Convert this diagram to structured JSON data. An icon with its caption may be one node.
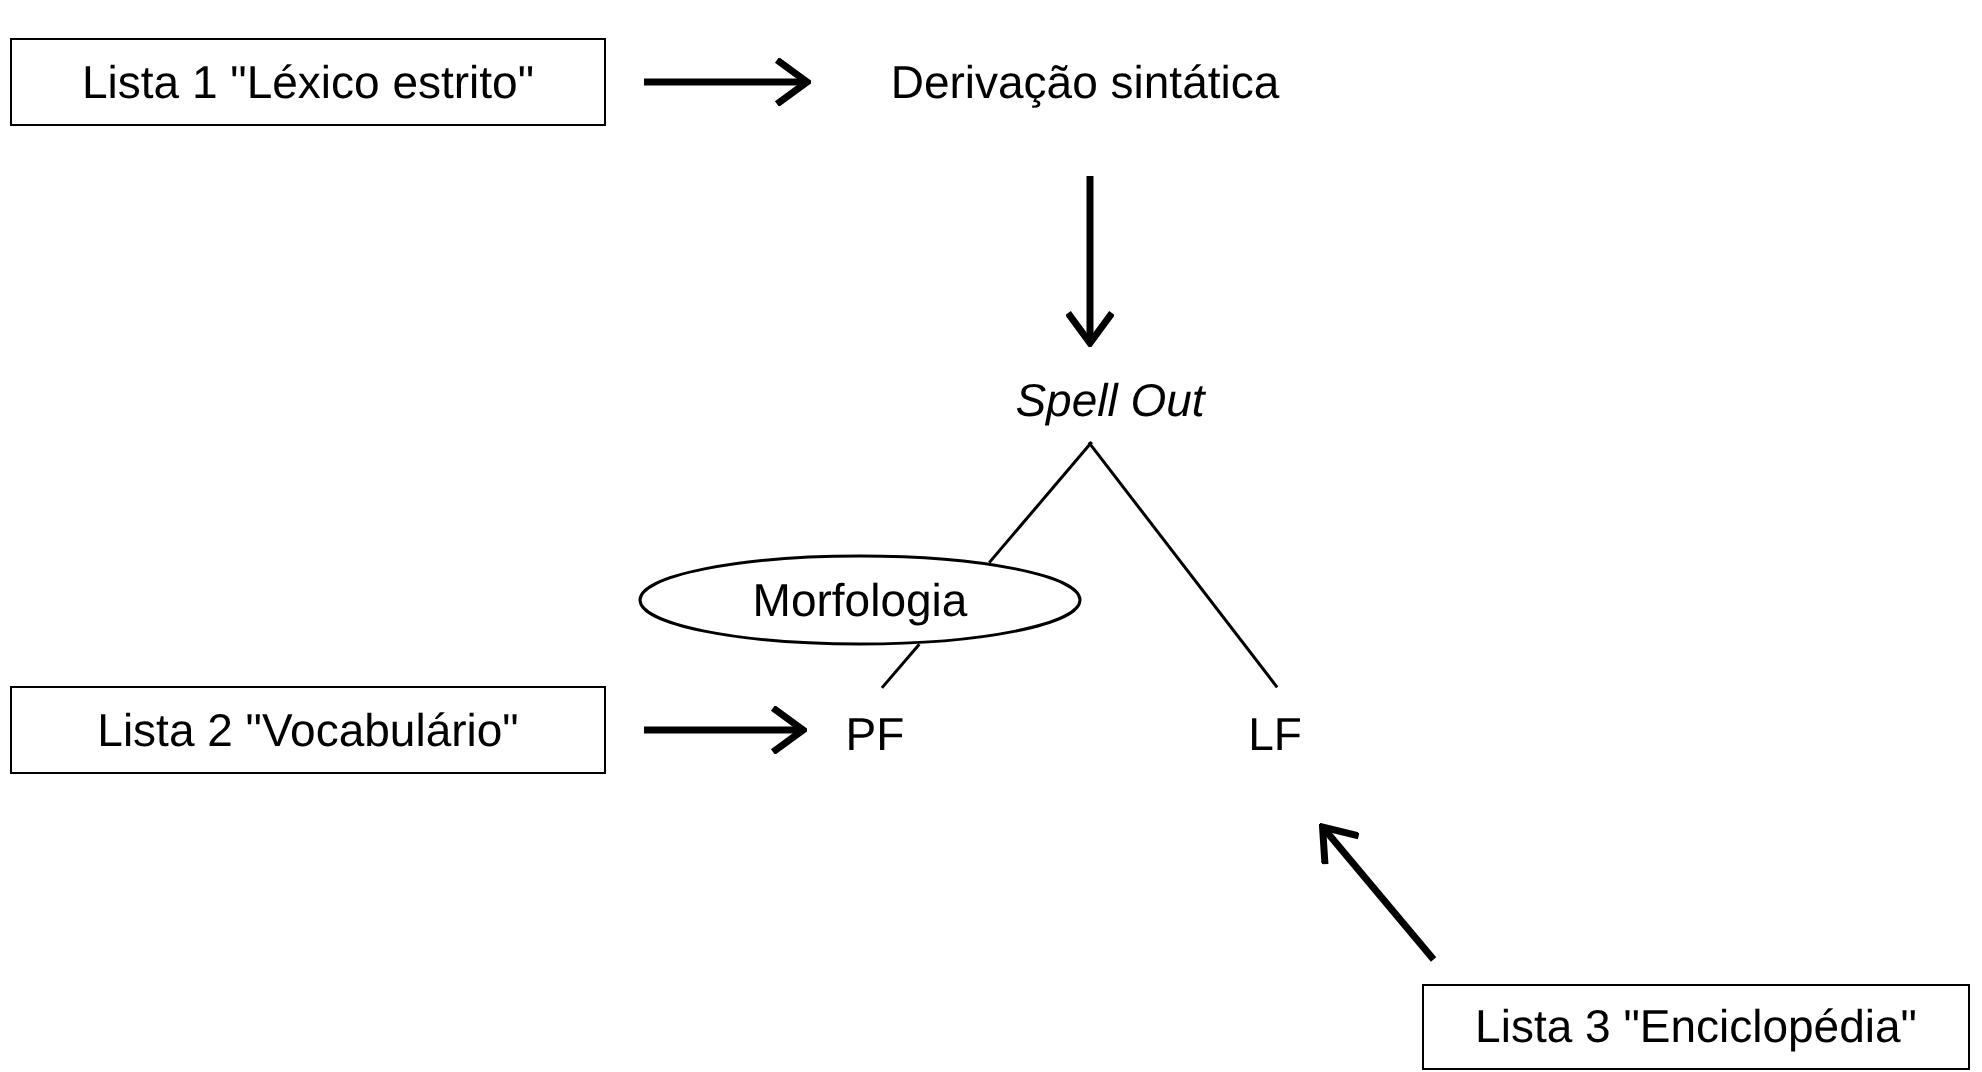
{
  "diagram": {
    "nodes": [
      {
        "text": [
          "Lista 1 \"Léxico estrito\""
        ]
      },
      {
        "text": [
          "Derivação sintática"
        ]
      },
      {
        "text": [
          "Spell Out"
        ]
      },
      {
        "text": [
          "Morfologia"
        ]
      },
      {
        "text": [
          "PF"
        ]
      },
      {
        "text": [
          "LF"
        ]
      },
      {
        "text": [
          "Lista 2 \"Vocabulário\""
        ]
      },
      {
        "text": [
          "Lista 3 \"Enciclopédia\""
        ]
      }
    ],
    "edges": [
      {
        "from": 0,
        "to": 1,
        "arrow": "to"
      },
      {
        "from": 1,
        "to": 2,
        "arrow": "to"
      },
      {
        "from": 2,
        "to": 3,
        "arrow": "none"
      },
      {
        "from": 3,
        "to": 4,
        "arrow": "none"
      },
      {
        "from": 2,
        "to": 5,
        "arrow": "none"
      },
      {
        "from": 6,
        "to": 4,
        "arrow": "to"
      },
      {
        "from": 7,
        "to": 5,
        "arrow": "to"
      }
    ]
  }
}
